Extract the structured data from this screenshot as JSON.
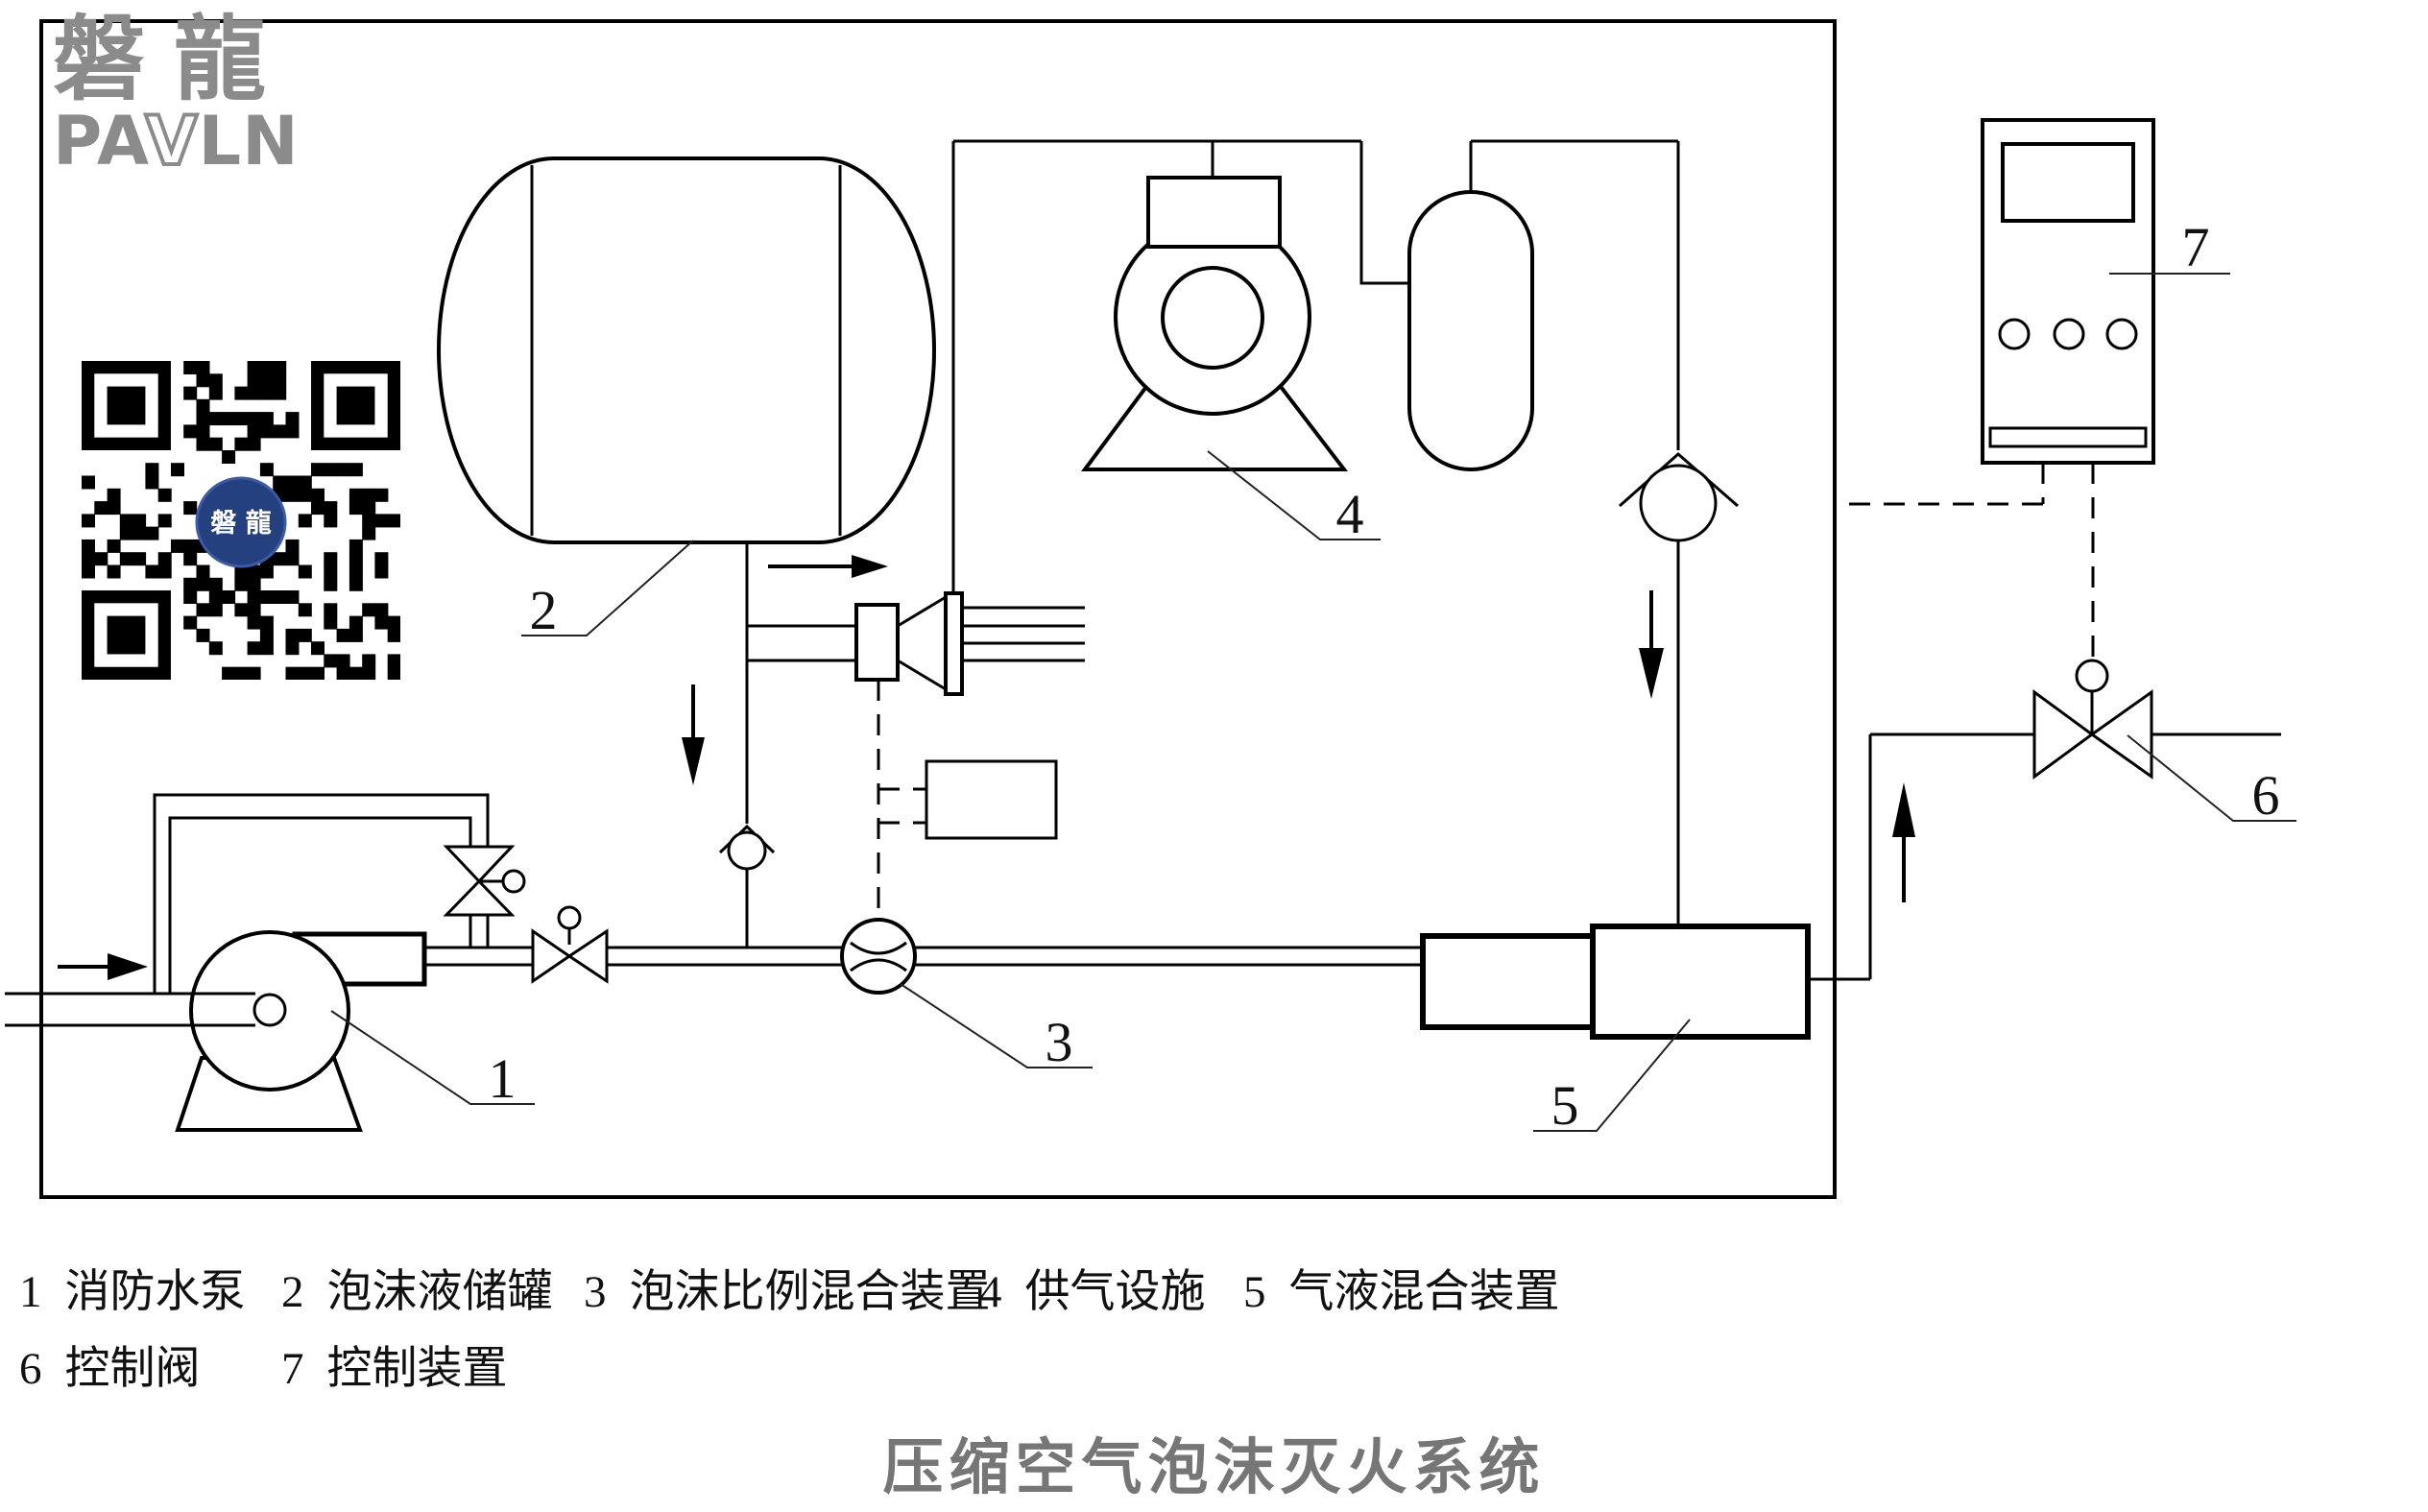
{
  "header": {
    "logo_cn": "磐龍",
    "logo_latin_parts": [
      "PA",
      "V",
      "LN"
    ],
    "qr_center": "磐 龍"
  },
  "callouts": {
    "c1": "1",
    "c2": "2",
    "c3": "3",
    "c4": "4",
    "c5": "5",
    "c6": "6",
    "c7": "7"
  },
  "legend": {
    "items": [
      {
        "num": "1",
        "label": "消防水泵"
      },
      {
        "num": "2",
        "label": "泡沫液储罐"
      },
      {
        "num": "3",
        "label": "泡沫比例混合装置"
      },
      {
        "num": "4",
        "label": "供气设施"
      },
      {
        "num": "5",
        "label": "气液混合装置"
      },
      {
        "num": "6",
        "label": "控制阀"
      },
      {
        "num": "7",
        "label": "控制装置"
      }
    ]
  },
  "title": "压缩空气泡沫灭火系统"
}
